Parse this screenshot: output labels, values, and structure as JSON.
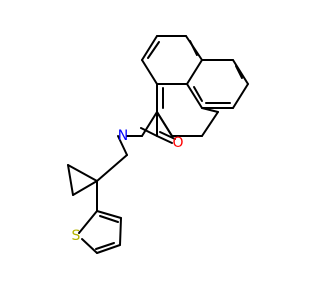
{
  "molecule": {
    "atom_labels": {
      "oxygen": "O",
      "nitrogen": "N",
      "sulfur": "S"
    },
    "colors": {
      "bond": "#000000",
      "oxygen": "#ff0000",
      "nitrogen": "#0000ff",
      "sulfur": "#b3b300",
      "background": "#ffffff"
    }
  }
}
